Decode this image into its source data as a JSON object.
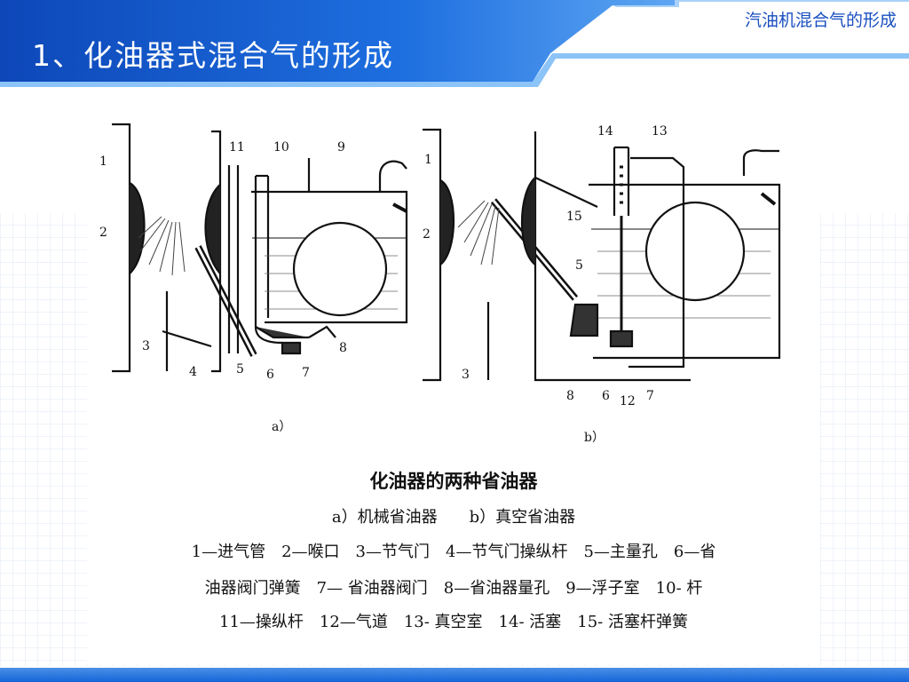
{
  "header": {
    "title": "1、化油器式混合气的形成",
    "section": "汽油机混合气的形成"
  },
  "figure": {
    "sub_label_a": "a）",
    "sub_label_b": "b）",
    "caption_title": "化油器的两种省油器",
    "caption_sub": "a）机械省油器　　b）真空省油器",
    "legend": [
      "1—进气管　2—喉口　3—节气门　4—节气门操纵杆　5—主量孔　6—省",
      "油器阀门弹簧　7— 省油器阀门　8—省油器量孔　9—浮子室　10- 杆",
      "11—操纵杆　12—气道　13- 真空室　14- 活塞　15- 活塞杆弹簧"
    ],
    "numbers_a": [
      "1",
      "2",
      "3",
      "4",
      "5",
      "6",
      "7",
      "8",
      "9",
      "10",
      "11"
    ],
    "numbers_b": [
      "1",
      "2",
      "3",
      "5",
      "6",
      "7",
      "8",
      "12",
      "13",
      "14",
      "15"
    ]
  },
  "colors": {
    "header_blue": "#1565d8",
    "header_dark": "#0b3fa8",
    "accent": "#6fb3f5"
  }
}
